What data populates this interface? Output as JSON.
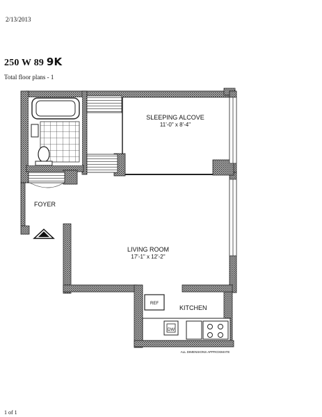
{
  "header": {
    "print_date": "2/13/2013",
    "listing_title": "250 W 89",
    "unit_handwritten": "9K",
    "subtitle": "Total floor plans - 1"
  },
  "floor_plan": {
    "rooms": [
      {
        "name": "SLEEPING ALCOVE",
        "dimensions": "11'-0\" x 8'-4\""
      },
      {
        "name": "FOYER",
        "dimensions": ""
      },
      {
        "name": "LIVING ROOM",
        "dimensions": "17'-1\" x 12'-2\""
      },
      {
        "name": "KITCHEN",
        "dimensions": ""
      }
    ],
    "fixtures": {
      "refrigerator": "REF",
      "dishwasher": "DW"
    },
    "note": "ALL DIMENSIONS APPROXIMATE"
  },
  "footer": {
    "page": "1 of 1"
  }
}
